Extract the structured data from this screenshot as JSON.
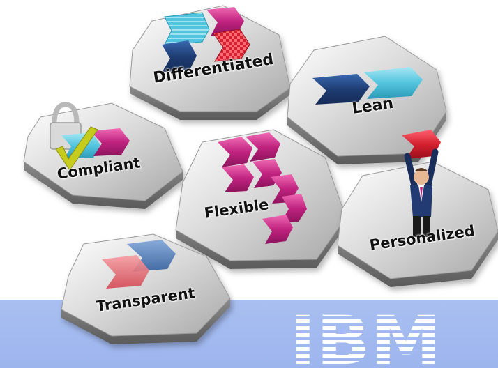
{
  "tiles": {
    "differentiated": "Differentiated",
    "lean": "Lean",
    "compliant": "Compliant",
    "flexible": "Flexible",
    "personalized": "Personalized",
    "transparent": "Transparent"
  },
  "logo": {
    "text": "IBM",
    "color": "#ffffff"
  },
  "colors": {
    "band": "#a9bff1",
    "navy": "#1f3d73",
    "cyan": "#53c4de",
    "magenta": "#c0237f",
    "red": "#d4202f",
    "check": "#c6cc1e"
  },
  "icons": {
    "lock": "padlock-icon",
    "check": "checkmark-icon",
    "person": "businessman-figure"
  }
}
